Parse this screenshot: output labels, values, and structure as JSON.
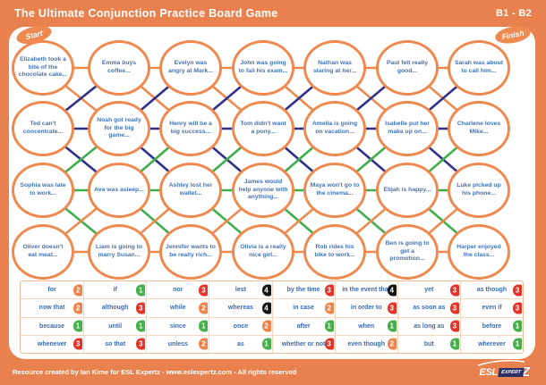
{
  "header": {
    "title": "The Ultimate Conjunction Practice Board Game",
    "level": "B1 - B2"
  },
  "board": {
    "start_label": "Start",
    "finish_label": "Finish",
    "rows": [
      [
        "Elizabeth took a bite of the chocolate cake...",
        "Emma buys coffee...",
        "Evelyn was angry at Mark...",
        "John was going to fail his exam...",
        "Nathan was staring at her...",
        "Paul felt really good...",
        "Sarah was about to call him..."
      ],
      [
        "Ted can't concentrate...",
        "Noah got ready for the big game...",
        "Henry will be a big success...",
        "Tom didn't want a pony...",
        "Amelia is going on vacation...",
        "Isabelle put her make up on...",
        "Charlene loves Mike..."
      ],
      [
        "Sophia was late to work...",
        "Ava was asleep...",
        "Ashley lost her wallet...",
        "James would help anyone with anything...",
        "Maya won't go to the cinema...",
        "Elijah is happy...",
        "Luke picked up his phone..."
      ],
      [
        "Oliver doesn't eat meat...",
        "Liam is going to marry Susan...",
        "Jennifer wants to be really rich...",
        "Olivia is a really nice girl...",
        "Rob rides his bike to work...",
        "Ben is going to get a promotion...",
        "Harper enjoyed the class..."
      ]
    ],
    "line_colors": {
      "orange": "#ED8A50",
      "navy": "#2D3189",
      "green": "#3EAE4B"
    },
    "row_line_colors": [
      "orange",
      "navy",
      "green",
      "orange"
    ],
    "diag_down_right_colors": [
      "orange",
      "navy",
      "green"
    ],
    "diag_down_left_colors": [
      "navy",
      "green",
      "orange"
    ]
  },
  "conjunction_table": {
    "badge_colors": {
      "1": "#46B14C",
      "2": "#F0844C",
      "3": "#E5332A",
      "4": "#161616"
    },
    "rows": [
      [
        {
          "word": "for",
          "num": "2"
        },
        {
          "word": "if",
          "num": "1"
        },
        {
          "word": "nor",
          "num": "3"
        },
        {
          "word": "lest",
          "num": "4"
        },
        {
          "word": "by the time",
          "num": "3"
        },
        {
          "word": "in the event that",
          "num": "4"
        },
        {
          "word": "yet",
          "num": "3"
        },
        {
          "word": "as though",
          "num": "3"
        }
      ],
      [
        {
          "word": "now that",
          "num": "2"
        },
        {
          "word": "although",
          "num": "3"
        },
        {
          "word": "while",
          "num": "2"
        },
        {
          "word": "whereas",
          "num": "4"
        },
        {
          "word": "in case",
          "num": "2"
        },
        {
          "word": "in order to",
          "num": "3"
        },
        {
          "word": "as soon as",
          "num": "3"
        },
        {
          "word": "even if",
          "num": "3"
        }
      ],
      [
        {
          "word": "because",
          "num": "1"
        },
        {
          "word": "until",
          "num": "1"
        },
        {
          "word": "since",
          "num": "1"
        },
        {
          "word": "once",
          "num": "2"
        },
        {
          "word": "after",
          "num": "1"
        },
        {
          "word": "when",
          "num": "1"
        },
        {
          "word": "as long as",
          "num": "3"
        },
        {
          "word": "before",
          "num": "1"
        }
      ],
      [
        {
          "word": "whenever",
          "num": "3"
        },
        {
          "word": "so that",
          "num": "3"
        },
        {
          "word": "unless",
          "num": "2"
        },
        {
          "word": "as",
          "num": "1"
        },
        {
          "word": "whether or not",
          "num": "3"
        },
        {
          "word": "even though",
          "num": "2"
        },
        {
          "word": "but",
          "num": "1"
        },
        {
          "word": "wherever",
          "num": "1"
        }
      ]
    ]
  },
  "footer": {
    "credit": "Resource created by Ian Kime for ESL Expertz - www.eslexpertz.com - All rights reserved",
    "logo": {
      "esl": "ESL",
      "expert": "EXPERT",
      "z": "Z"
    }
  }
}
